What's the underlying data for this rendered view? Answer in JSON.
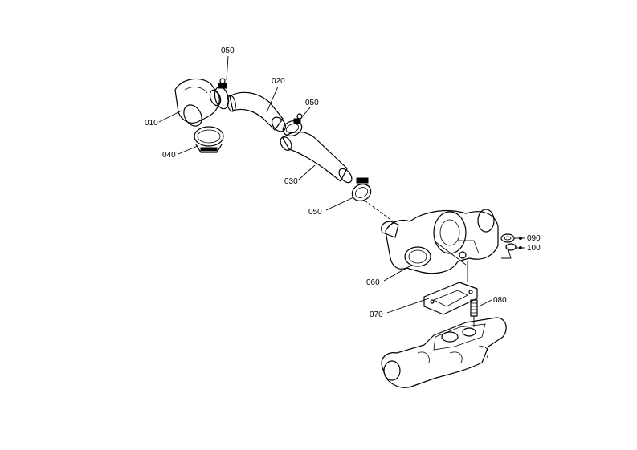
{
  "diagram": {
    "labels": {
      "p010": "010",
      "p020": "020",
      "p030": "030",
      "p040": "040",
      "p050a": "050",
      "p050b": "050",
      "p050c": "050",
      "p060": "060",
      "p070": "070",
      "p080": "080",
      "p090": "090",
      "p100": "100"
    }
  }
}
